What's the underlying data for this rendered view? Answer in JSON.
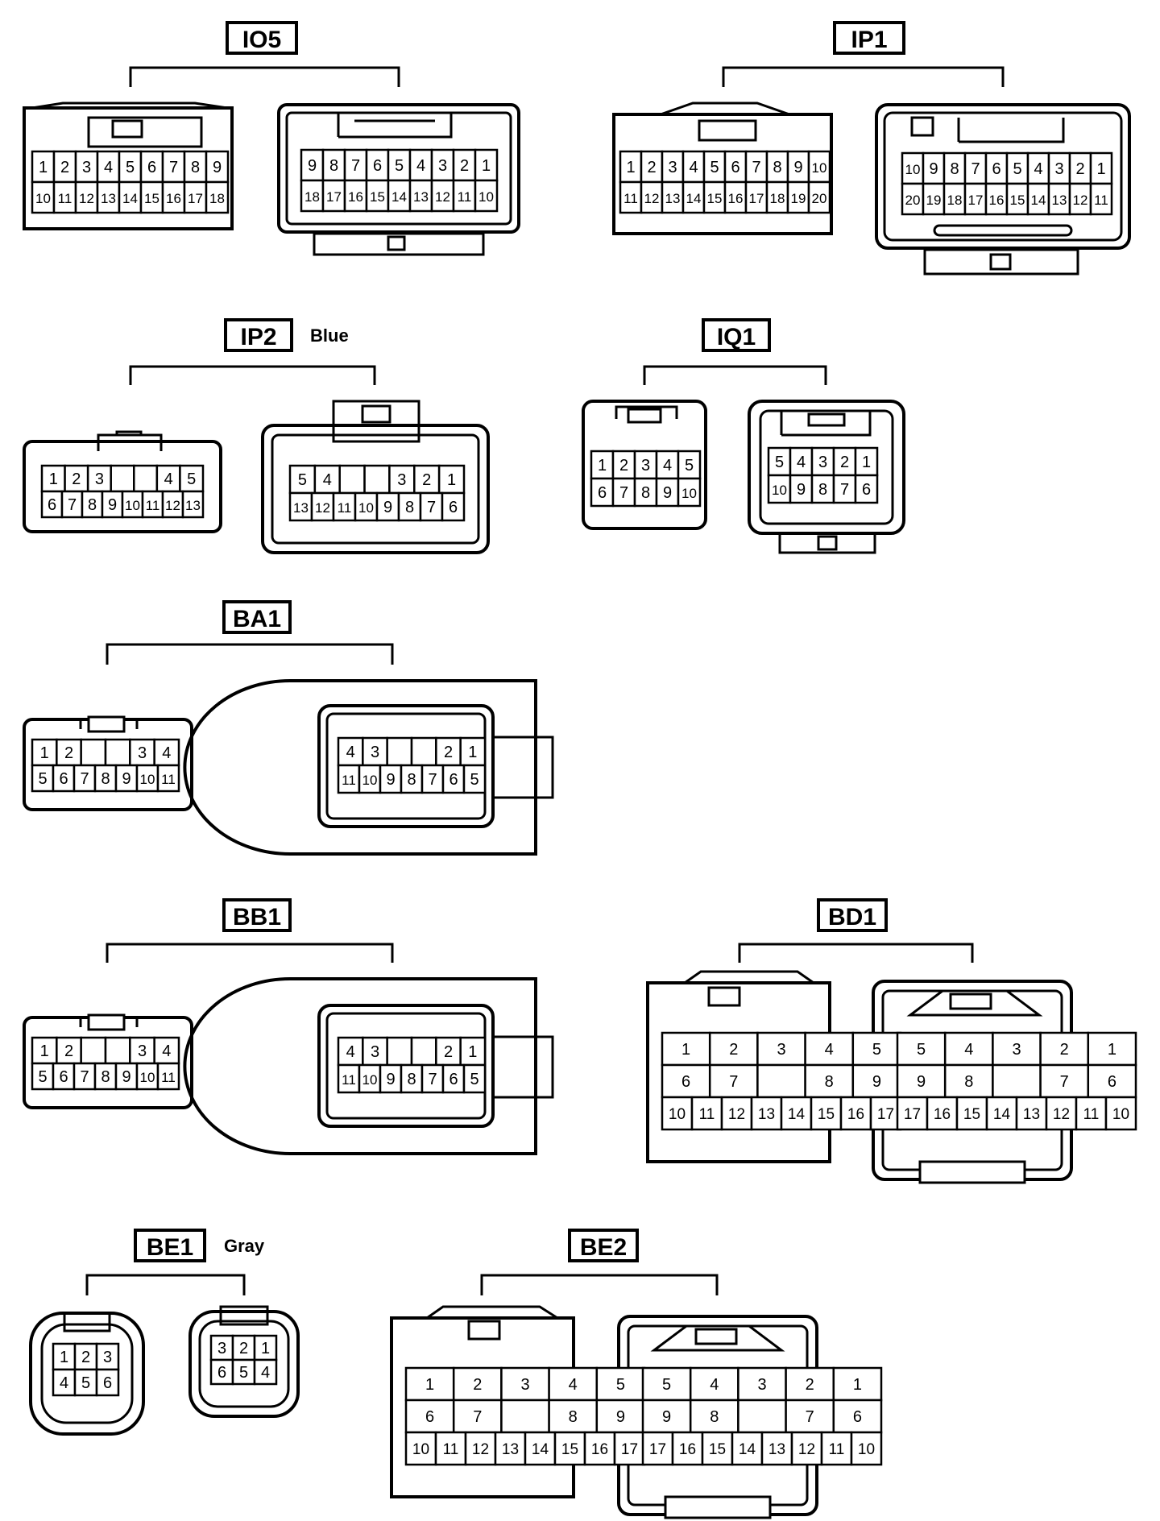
{
  "connectors": [
    {
      "code": "IO5",
      "color_note": "",
      "left_view": {
        "rows": [
          [
            "1",
            "2",
            "3",
            "4",
            "5",
            "6",
            "7",
            "8",
            "9"
          ],
          [
            "10",
            "11",
            "12",
            "13",
            "14",
            "15",
            "16",
            "17",
            "18"
          ]
        ]
      },
      "right_view": {
        "rows": [
          [
            "9",
            "8",
            "7",
            "6",
            "5",
            "4",
            "3",
            "2",
            "1"
          ],
          [
            "18",
            "17",
            "16",
            "15",
            "14",
            "13",
            "12",
            "11",
            "10"
          ]
        ]
      }
    },
    {
      "code": "IP1",
      "color_note": "",
      "left_view": {
        "rows": [
          [
            "1",
            "2",
            "3",
            "4",
            "5",
            "6",
            "7",
            "8",
            "9",
            "10"
          ],
          [
            "11",
            "12",
            "13",
            "14",
            "15",
            "16",
            "17",
            "18",
            "19",
            "20"
          ]
        ]
      },
      "right_view": {
        "rows": [
          [
            "10",
            "9",
            "8",
            "7",
            "6",
            "5",
            "4",
            "3",
            "2",
            "1"
          ],
          [
            "20",
            "19",
            "18",
            "17",
            "16",
            "15",
            "14",
            "13",
            "12",
            "11"
          ]
        ]
      }
    },
    {
      "code": "IP2",
      "color_note": "Blue",
      "left_view": {
        "rows": [
          [
            "1",
            "2",
            "3",
            "",
            "",
            "4",
            "5"
          ],
          [
            "6",
            "7",
            "8",
            "9",
            "10",
            "11",
            "12",
            "13"
          ]
        ]
      },
      "right_view": {
        "rows": [
          [
            "5",
            "4",
            "",
            "",
            "3",
            "2",
            "1"
          ],
          [
            "13",
            "12",
            "11",
            "10",
            "9",
            "8",
            "7",
            "6"
          ]
        ]
      }
    },
    {
      "code": "IQ1",
      "color_note": "",
      "left_view": {
        "rows": [
          [
            "1",
            "2",
            "3",
            "4",
            "5"
          ],
          [
            "6",
            "7",
            "8",
            "9",
            "10"
          ]
        ]
      },
      "right_view": {
        "rows": [
          [
            "5",
            "4",
            "3",
            "2",
            "1"
          ],
          [
            "10",
            "9",
            "8",
            "7",
            "6"
          ]
        ]
      }
    },
    {
      "code": "BA1",
      "color_note": "",
      "left_view": {
        "rows": [
          [
            "1",
            "2",
            "",
            "",
            "3",
            "4"
          ],
          [
            "5",
            "6",
            "7",
            "8",
            "9",
            "10",
            "11"
          ]
        ]
      },
      "right_view": {
        "rows": [
          [
            "4",
            "3",
            "",
            "",
            "2",
            "1"
          ],
          [
            "11",
            "10",
            "9",
            "8",
            "7",
            "6",
            "5"
          ]
        ]
      }
    },
    {
      "code": "BB1",
      "color_note": "",
      "left_view": {
        "rows": [
          [
            "1",
            "2",
            "",
            "",
            "3",
            "4"
          ],
          [
            "5",
            "6",
            "7",
            "8",
            "9",
            "10",
            "11"
          ]
        ]
      },
      "right_view": {
        "rows": [
          [
            "4",
            "3",
            "",
            "",
            "2",
            "1"
          ],
          [
            "11",
            "10",
            "9",
            "8",
            "7",
            "6",
            "5"
          ]
        ]
      }
    },
    {
      "code": "BD1",
      "color_note": "",
      "left_view": {
        "rows": [
          [
            "1",
            "2",
            "3",
            "4",
            "5"
          ],
          [
            "6",
            "7",
            "",
            "8",
            "9"
          ],
          [
            "10",
            "11",
            "12",
            "13",
            "14",
            "15",
            "16",
            "17"
          ]
        ]
      },
      "right_view": {
        "rows": [
          [
            "5",
            "4",
            "3",
            "2",
            "1"
          ],
          [
            "9",
            "8",
            "",
            "7",
            "6"
          ],
          [
            "17",
            "16",
            "15",
            "14",
            "13",
            "12",
            "11",
            "10"
          ]
        ]
      }
    },
    {
      "code": "BE1",
      "color_note": "Gray",
      "left_view": {
        "rows": [
          [
            "1",
            "2",
            "3"
          ],
          [
            "4",
            "5",
            "6"
          ]
        ]
      },
      "right_view": {
        "rows": [
          [
            "3",
            "2",
            "1"
          ],
          [
            "6",
            "5",
            "4"
          ]
        ]
      }
    },
    {
      "code": "BE2",
      "color_note": "",
      "left_view": {
        "rows": [
          [
            "1",
            "2",
            "3",
            "4",
            "5"
          ],
          [
            "6",
            "7",
            "",
            "8",
            "9"
          ],
          [
            "10",
            "11",
            "12",
            "13",
            "14",
            "15",
            "16",
            "17"
          ]
        ]
      },
      "right_view": {
        "rows": [
          [
            "5",
            "4",
            "3",
            "2",
            "1"
          ],
          [
            "9",
            "8",
            "",
            "7",
            "6"
          ],
          [
            "17",
            "16",
            "15",
            "14",
            "13",
            "12",
            "11",
            "10"
          ]
        ]
      }
    }
  ]
}
